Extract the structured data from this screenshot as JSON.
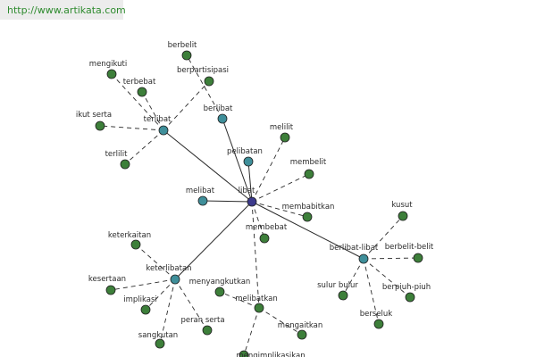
{
  "watermark": "http://www.artikata.com",
  "colors": {
    "center": "#3c3a8c",
    "hub": "#3f8f9a",
    "synonym": "#3d7f3a",
    "edge": "#2a2a2a"
  },
  "nodes": [
    {
      "id": "libat",
      "label": "libat",
      "kind": "center"
    },
    {
      "id": "terlibat",
      "label": "terlibat",
      "kind": "hub"
    },
    {
      "id": "berlibat",
      "label": "berlibat",
      "kind": "hub"
    },
    {
      "id": "pelibatan",
      "label": "pelibatan",
      "kind": "hub"
    },
    {
      "id": "melibat",
      "label": "melibat",
      "kind": "hub"
    },
    {
      "id": "keterlibatan",
      "label": "keterlibatan",
      "kind": "hub"
    },
    {
      "id": "berlibat-libat",
      "label": "berlibat-libat",
      "kind": "hub"
    },
    {
      "id": "berbelit",
      "label": "berbelit",
      "kind": "synonym"
    },
    {
      "id": "berpartisipasi",
      "label": "berpartisipasi",
      "kind": "synonym"
    },
    {
      "id": "mengikuti",
      "label": "mengikuti",
      "kind": "synonym"
    },
    {
      "id": "terbebat",
      "label": "terbebat",
      "kind": "synonym"
    },
    {
      "id": "ikut-serta",
      "label": "ikut serta",
      "kind": "synonym"
    },
    {
      "id": "terlilit",
      "label": "terlilit",
      "kind": "synonym"
    },
    {
      "id": "melilit",
      "label": "melilit",
      "kind": "synonym"
    },
    {
      "id": "membelit",
      "label": "membelit",
      "kind": "synonym"
    },
    {
      "id": "membabitkan",
      "label": "membabitkan",
      "kind": "synonym"
    },
    {
      "id": "membebat",
      "label": "membebat",
      "kind": "synonym"
    },
    {
      "id": "keterkaitan",
      "label": "keterkaitan",
      "kind": "synonym"
    },
    {
      "id": "kesertaan",
      "label": "kesertaan",
      "kind": "synonym"
    },
    {
      "id": "implikasi",
      "label": "implikasi",
      "kind": "synonym"
    },
    {
      "id": "peran-serta",
      "label": "peran serta",
      "kind": "synonym"
    },
    {
      "id": "sangkutan",
      "label": "sangkutan",
      "kind": "synonym"
    },
    {
      "id": "menyangkutkan",
      "label": "menyangkutkan",
      "kind": "synonym"
    },
    {
      "id": "melibatkan",
      "label": "melibatkan",
      "kind": "synonym"
    },
    {
      "id": "mengaitkan",
      "label": "mengaitkan",
      "kind": "synonym"
    },
    {
      "id": "mengimplikasikan",
      "label": "mengimplikasikan",
      "kind": "synonym"
    },
    {
      "id": "kusut",
      "label": "kusut",
      "kind": "synonym"
    },
    {
      "id": "berbelit-belit",
      "label": "berbelit-belit",
      "kind": "synonym"
    },
    {
      "id": "berpiuh-piuh",
      "label": "berpiuh-piuh",
      "kind": "synonym"
    },
    {
      "id": "sulur-bulur",
      "label": "sulur bulur",
      "kind": "synonym"
    },
    {
      "id": "berseluk",
      "label": "berseluk",
      "kind": "synonym"
    }
  ],
  "edges": [
    {
      "from": "libat",
      "to": "terlibat",
      "style": "solid"
    },
    {
      "from": "libat",
      "to": "berlibat",
      "style": "solid"
    },
    {
      "from": "libat",
      "to": "pelibatan",
      "style": "solid"
    },
    {
      "from": "libat",
      "to": "melibat",
      "style": "solid"
    },
    {
      "from": "libat",
      "to": "keterlibatan",
      "style": "solid"
    },
    {
      "from": "libat",
      "to": "berlibat-libat",
      "style": "solid"
    },
    {
      "from": "terlibat",
      "to": "berpartisipasi",
      "style": "dashed"
    },
    {
      "from": "terlibat",
      "to": "mengikuti",
      "style": "dashed"
    },
    {
      "from": "terlibat",
      "to": "terbebat",
      "style": "dashed"
    },
    {
      "from": "terlibat",
      "to": "ikut-serta",
      "style": "dashed"
    },
    {
      "from": "terlibat",
      "to": "terlilit",
      "style": "dashed"
    },
    {
      "from": "berlibat",
      "to": "berbelit",
      "style": "dashed"
    },
    {
      "from": "libat",
      "to": "melilit",
      "style": "dashed"
    },
    {
      "from": "libat",
      "to": "membelit",
      "style": "dashed"
    },
    {
      "from": "libat",
      "to": "membabitkan",
      "style": "dashed"
    },
    {
      "from": "libat",
      "to": "membebat",
      "style": "dashed"
    },
    {
      "from": "libat",
      "to": "melibatkan",
      "style": "dashed"
    },
    {
      "from": "keterlibatan",
      "to": "keterkaitan",
      "style": "dashed"
    },
    {
      "from": "keterlibatan",
      "to": "kesertaan",
      "style": "dashed"
    },
    {
      "from": "keterlibatan",
      "to": "implikasi",
      "style": "dashed"
    },
    {
      "from": "keterlibatan",
      "to": "peran-serta",
      "style": "dashed"
    },
    {
      "from": "keterlibatan",
      "to": "sangkutan",
      "style": "dashed"
    },
    {
      "from": "melibatkan",
      "to": "menyangkutkan",
      "style": "dashed"
    },
    {
      "from": "melibatkan",
      "to": "mengaitkan",
      "style": "dashed"
    },
    {
      "from": "melibatkan",
      "to": "mengimplikasikan",
      "style": "dashed"
    },
    {
      "from": "berlibat-libat",
      "to": "kusut",
      "style": "dashed"
    },
    {
      "from": "berlibat-libat",
      "to": "berbelit-belit",
      "style": "dashed"
    },
    {
      "from": "berlibat-libat",
      "to": "berpiuh-piuh",
      "style": "dashed"
    },
    {
      "from": "berlibat-libat",
      "to": "sulur-bulur",
      "style": "dashed"
    },
    {
      "from": "berlibat-libat",
      "to": "berseluk",
      "style": "dashed"
    }
  ]
}
